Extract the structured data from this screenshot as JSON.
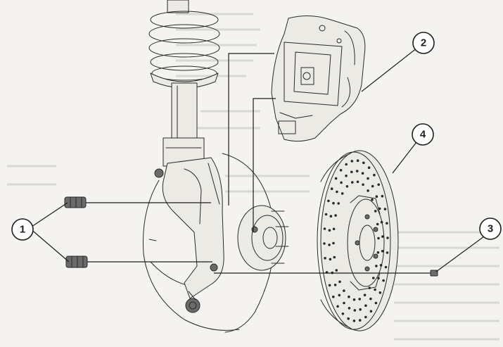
{
  "callouts": [
    {
      "id": "1",
      "label": "1"
    },
    {
      "id": "2",
      "label": "2"
    },
    {
      "id": "3",
      "label": "3"
    },
    {
      "id": "4",
      "label": "4"
    }
  ],
  "colors": {
    "ink": "#2a2a2a",
    "paper": "#f4f3ef",
    "background_text": "#d9d8d3"
  }
}
